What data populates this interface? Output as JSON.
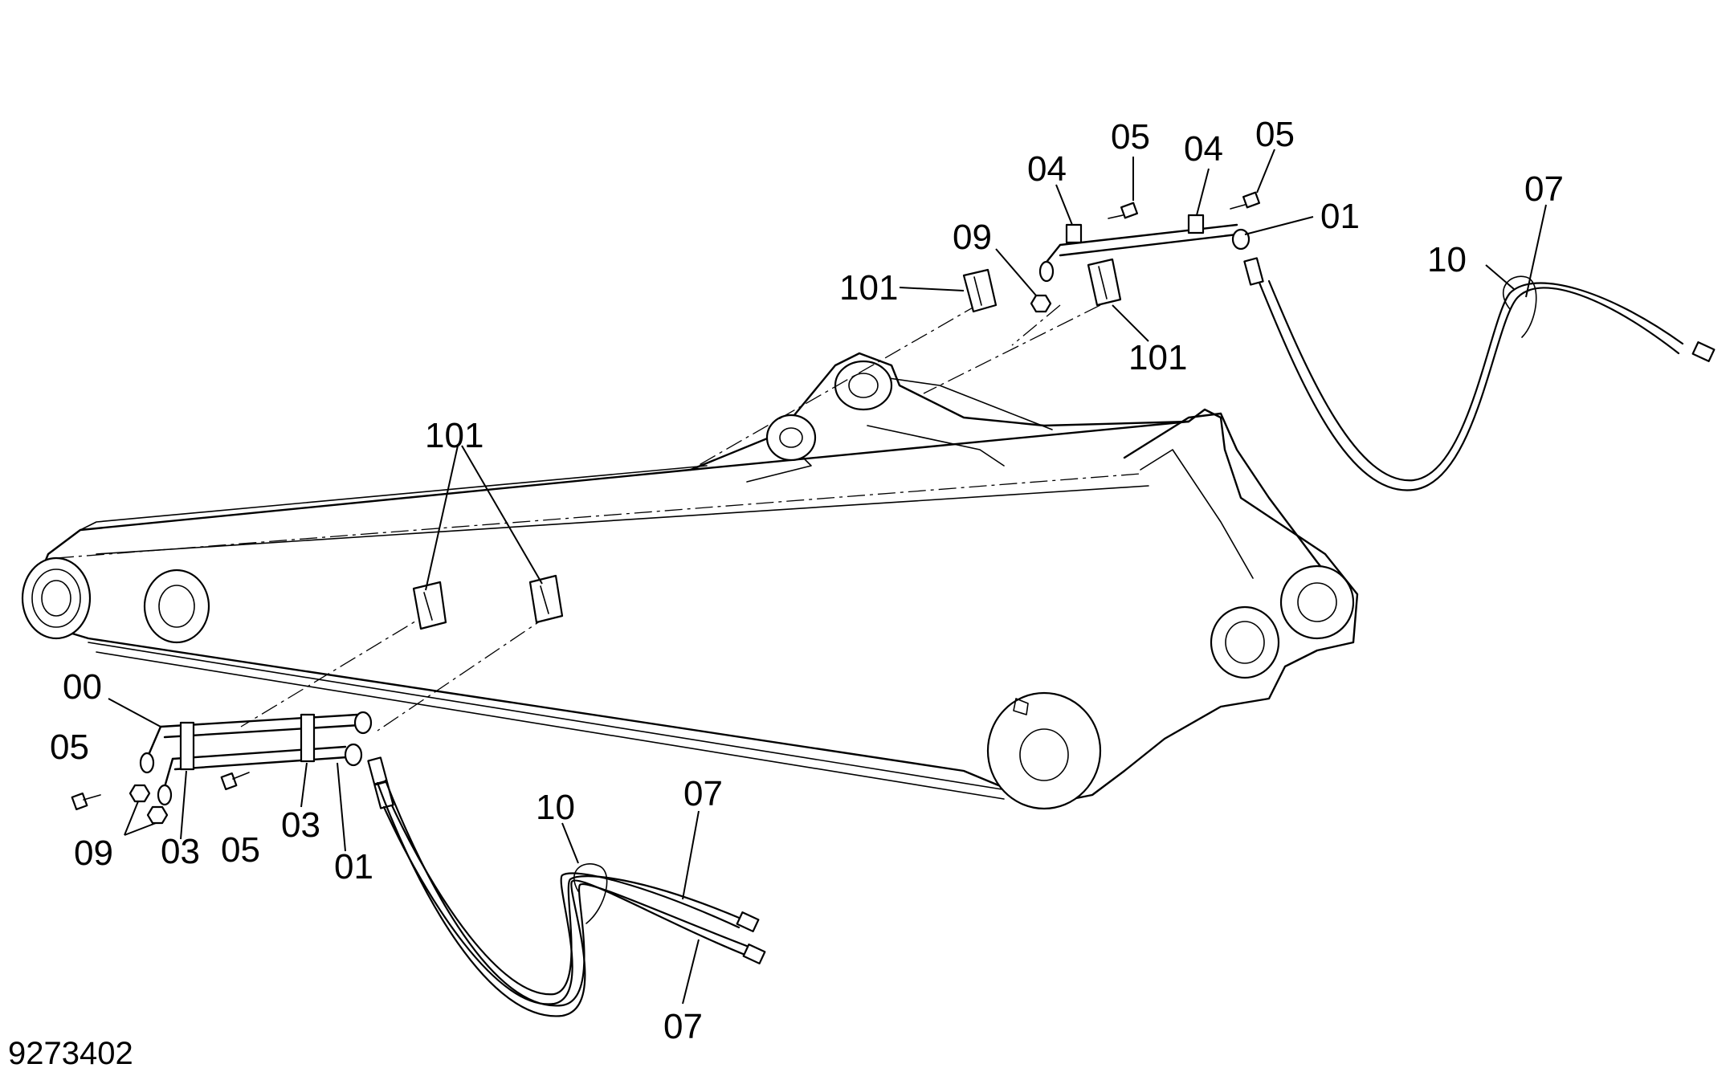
{
  "figure": {
    "document_number": "9273402"
  },
  "callouts": {
    "c05_top_left": "05",
    "c04_top_left": "04",
    "c04_top_right": "04",
    "c05_top_right": "05",
    "c09_top": "09",
    "c01_top": "01",
    "c07_top": "07",
    "c10_top": "10",
    "c101_top_left": "101",
    "c101_top_right": "101",
    "c101_middle": "101",
    "c00": "00",
    "c05_left": "05",
    "c09_bottom": "09",
    "c03_left": "03",
    "c05_bottom": "05",
    "c03_right": "03",
    "c01_bottom": "01",
    "c10_bottom": "10",
    "c07_bottom_upper": "07",
    "c07_bottom_lower": "07"
  }
}
